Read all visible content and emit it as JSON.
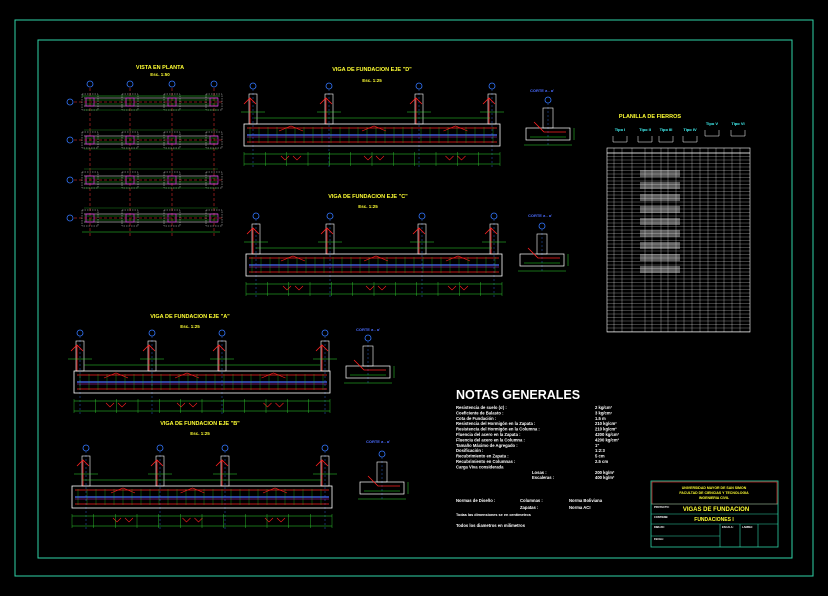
{
  "colors": {
    "background": "#000000",
    "frame": "#2fd3a7",
    "beam_outline": "#ffffff",
    "rebar_red": "#ff2020",
    "rebar_green": "#22e022",
    "rebar_blue": "#4a6cff",
    "dimension_green": "#33dd33",
    "magenta": "#ff33ff",
    "text_yellow": "#ffff33",
    "text_cyan": "#44ffff",
    "title_box_red": "#ff3030",
    "axis_blue": "#3377ff"
  },
  "plan_view": {
    "title": "VISTA EN PLANTA",
    "scale": "Esc. 1:50"
  },
  "beams": [
    {
      "id": "beam-d",
      "title": "VIGA DE FUNDACION EJE \"D\"",
      "scale": "Esc. 1:25",
      "section_label": "CORTE a - a'"
    },
    {
      "id": "beam-c",
      "title": "VIGA DE FUNDACION EJE \"C\"",
      "scale": "Esc. 1:25",
      "section_label": "CORTE a - a'"
    },
    {
      "id": "beam-a",
      "title": "VIGA DE FUNDACION EJE \"A\"",
      "scale": "Esc. 1:25",
      "section_label": "CORTE a - a'"
    },
    {
      "id": "beam-b",
      "title": "VIGA DE FUNDACION EJE \"B\"",
      "scale": "Esc. 1:25",
      "section_label": "CORTE a - a'"
    }
  ],
  "schedule": {
    "title": "PLANILLA DE FIERROS",
    "types": [
      "Tipo I",
      "Tipo II",
      "Tipo III",
      "Tipo IV",
      "Tipo V",
      "Tipo VI"
    ]
  },
  "notes": {
    "title": "NOTAS GENERALES",
    "rows": [
      {
        "label": "Resistencia de suelo (σ) :",
        "value": "2   kg/cm²"
      },
      {
        "label": "Coeficiente de Balasto :",
        "value": "3   kg/cm³"
      },
      {
        "label": "Cota de Fundación :",
        "value": "1.5 m"
      },
      {
        "label": "Resistencia del Hormigón en la Zapata :",
        "value": "210 kg/cm²"
      },
      {
        "label": "Resistencia del Hormigón en la Columna :",
        "value": "210 kg/cm²"
      },
      {
        "label": "Fluencia del acero en la Zapata :",
        "value": "4200 kg/cm²"
      },
      {
        "label": "Fluencia del acero en la Columna :",
        "value": "4200 kg/cm²"
      },
      {
        "label": "Tamaño Máximo de Agregado :",
        "value": "1\""
      },
      {
        "label": "Dosificación :",
        "value": "1:2:3"
      },
      {
        "label": "Recubrimiento en Zapata :",
        "value": "5 cm"
      },
      {
        "label": "Recubrimiento en Columnas :",
        "value": "2.5 cm"
      },
      {
        "label": "Carga Viva considerada",
        "value": ""
      },
      {
        "label": "Losas :",
        "value": "200 kg/m²"
      },
      {
        "label": "Escaleras :",
        "value": "400 kg/m²"
      }
    ],
    "design_norms_label": "Normas de Diseño :",
    "design_norms": [
      {
        "element": "Columnas :",
        "norm": "Norma Boliviana"
      },
      {
        "element": "Zapatas :",
        "norm": "Norma ACI"
      }
    ],
    "footnote_1": "Todas las dimensiones se en centímetros",
    "footnote_2": "Todos los diametros en milimetros"
  },
  "title_block": {
    "institution_1": "UNIVERSIDAD MAYOR DE SAN SIMON",
    "institution_2": "FACULTAD DE CIENCIAS Y TECNOLOGIA",
    "institution_3": "INGENIERIA CIVIL",
    "sheet_title": "VIGAS DE FUNDACION",
    "sheet_subtitle": "FUNDACIONES I",
    "label_proyecto": "PROYECTO:",
    "label_contiene": "CONTIENE:",
    "label_dibujo": "DIBUJO:",
    "label_escala": "ESCALA:",
    "label_fecha": "FECHA:",
    "label_lamina": "LAMINA:"
  }
}
